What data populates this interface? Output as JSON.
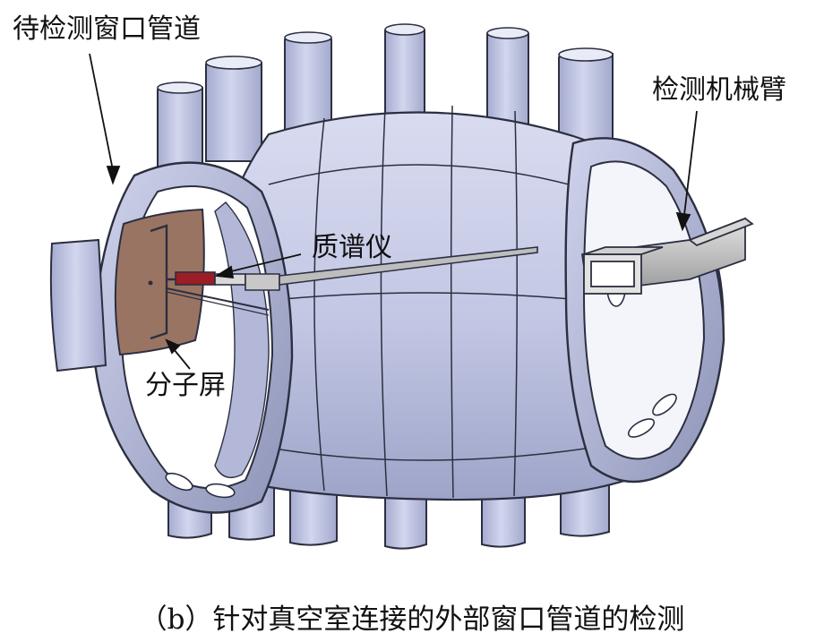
{
  "labels": {
    "port_pipe": "待检测窗口管道",
    "inspection_arm": "检测机械臂",
    "mass_spectrometer": "质谱仪",
    "molecular_screen": "分子屏"
  },
  "caption": "（b）针对真空室连接的外部窗口管道的检测",
  "colors": {
    "steel_fill": "#c3c8e4",
    "steel_dark": "#8f95b8",
    "steel_edge": "#2c2f40",
    "interior": "#ffffff",
    "screen_brown": "#9a7462",
    "spectrometer_red": "#9b1d25"
  }
}
